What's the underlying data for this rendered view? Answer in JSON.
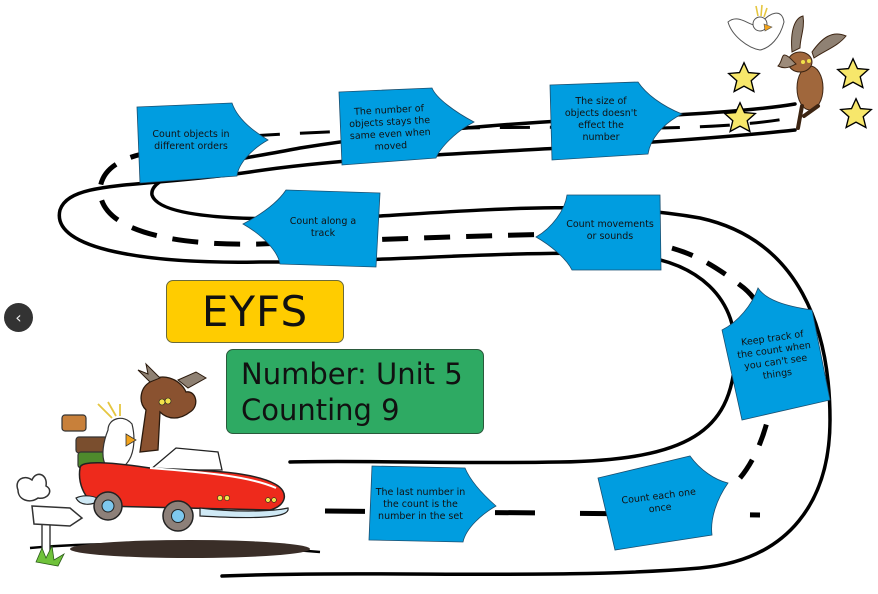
{
  "title": {
    "heading": "EYFS",
    "unit_line": "Number: Unit 5",
    "topic_line": "Counting 9"
  },
  "navigation": {
    "back_icon": "chevron-left-icon",
    "back_glyph": "‹"
  },
  "colors": {
    "sign_fill": "#009de0",
    "title_yellow": "#ffcc00",
    "title_green": "#2eaa63",
    "road_line": "#000000",
    "star_fill": "#f7e76b",
    "car_red": "#ee2a1c"
  },
  "track_signs": [
    {
      "step": 1,
      "text": "Count each one once"
    },
    {
      "step": 2,
      "text": "The last number in the count is the number in the set"
    },
    {
      "step": 3,
      "text": "Keep track of the count when you can't see things"
    },
    {
      "step": 4,
      "text": "Count movements or sounds"
    },
    {
      "step": 5,
      "text": "Count along a track"
    },
    {
      "step": 6,
      "text": "Count objects in different orders"
    },
    {
      "step": 7,
      "text": "The number of objects stays the same even when moved"
    },
    {
      "step": 8,
      "text": "The size of objects doesn't effect the number"
    }
  ],
  "illustrations": {
    "start": "moose-and-cockatoo-in-red-car",
    "finish": "celebrating-moose-and-cockatoo-with-stars",
    "signpost": "signpost-icon"
  }
}
